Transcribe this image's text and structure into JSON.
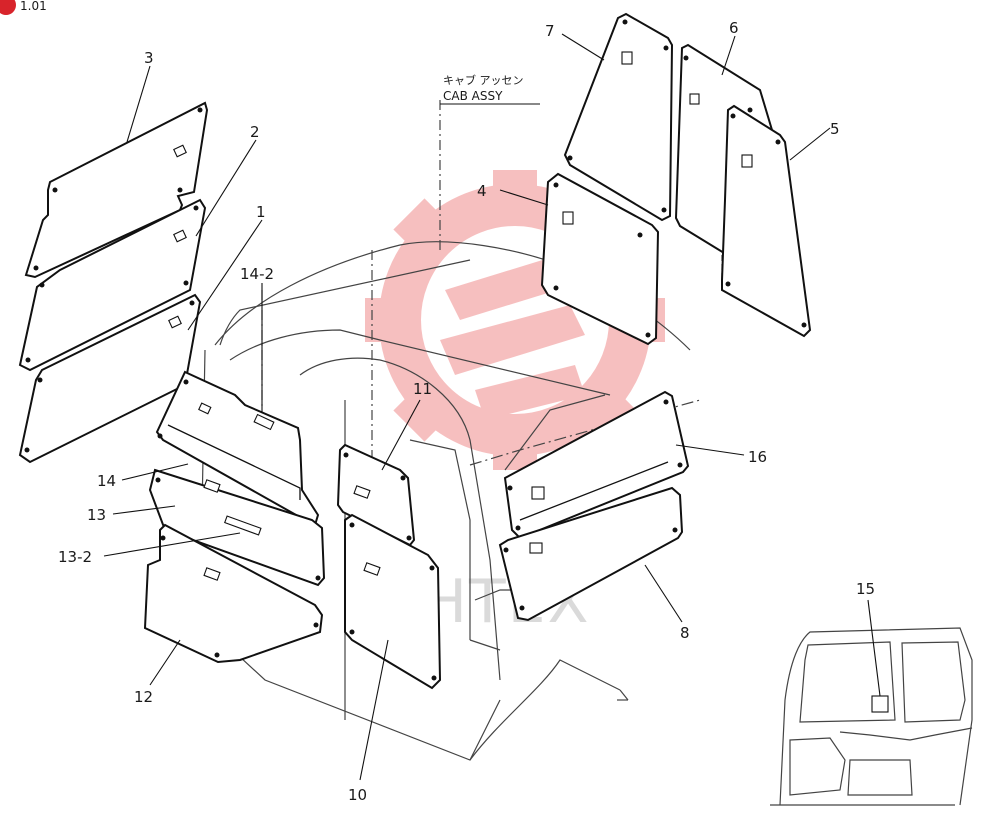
{
  "diagram": {
    "corner_text": "1.01",
    "assembly_label_jp": "キャブ アッセン",
    "assembly_label_en": "CAB ASSY",
    "watermark_text": "ИНТЕХ",
    "colors": {
      "line": "#111111",
      "watermark": "#f08c8c",
      "corner_badge": "#d8242b"
    },
    "callouts": [
      {
        "id": "c1",
        "text": "1"
      },
      {
        "id": "c2",
        "text": "2"
      },
      {
        "id": "c3",
        "text": "3"
      },
      {
        "id": "c4",
        "text": "4"
      },
      {
        "id": "c5",
        "text": "5"
      },
      {
        "id": "c6",
        "text": "6"
      },
      {
        "id": "c7",
        "text": "7"
      },
      {
        "id": "c8",
        "text": "8"
      },
      {
        "id": "c10",
        "text": "10"
      },
      {
        "id": "c11",
        "text": "11"
      },
      {
        "id": "c12",
        "text": "12"
      },
      {
        "id": "c13",
        "text": "13"
      },
      {
        "id": "c13_2",
        "text": "13-2"
      },
      {
        "id": "c14",
        "text": "14"
      },
      {
        "id": "c14_2",
        "text": "14-2"
      },
      {
        "id": "c15",
        "text": "15"
      },
      {
        "id": "c16",
        "text": "16"
      }
    ]
  }
}
